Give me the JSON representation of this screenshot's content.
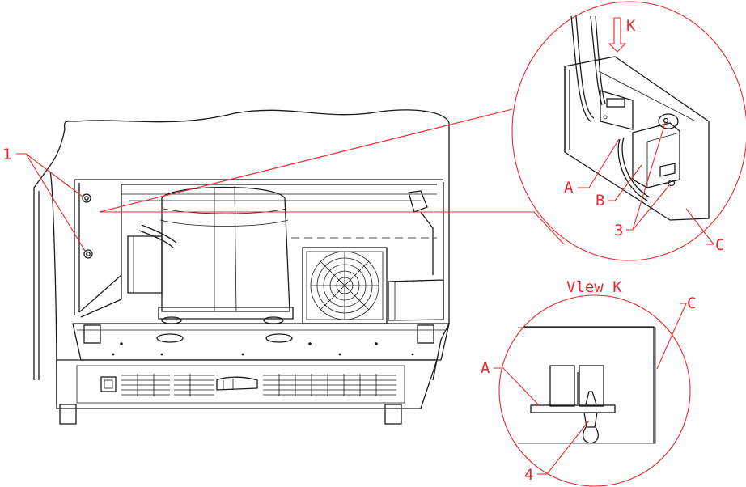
{
  "callouts": {
    "c1": "1",
    "cA1": "A",
    "cB": "B",
    "c3": "3",
    "cC1": "C",
    "view": "Vlew K",
    "cA2": "A",
    "cC2": "C",
    "c4": "4",
    "arrowK": "K"
  },
  "colors": {
    "callout": "#e8292c",
    "linework": "#1a1a1a"
  }
}
